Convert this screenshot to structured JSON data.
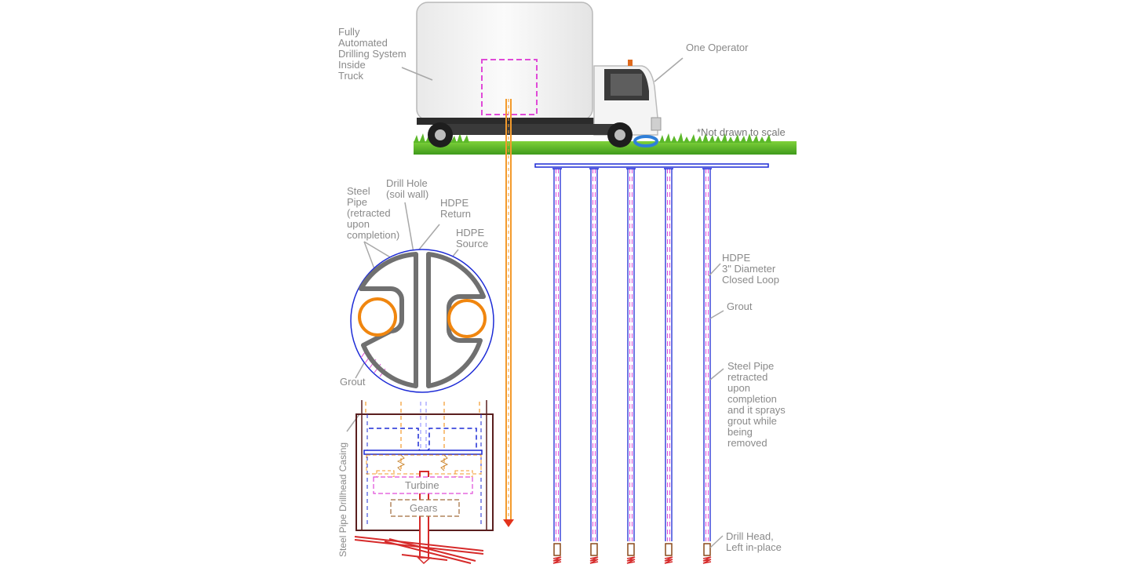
{
  "labels": {
    "truck_system": "Fully\nAutomated\nDrilling System\nInside\nTruck",
    "operator": "One Operator",
    "scale_note": "*Not drawn to scale",
    "steel_pipe_section": "Steel\nPipe\n(retracted\nupon\ncompletion)",
    "drill_hole": "Drill Hole\n(soil wall)",
    "hdpe_return": "HDPE\nReturn",
    "hdpe_source": "HDPE\nSource",
    "grout_section": "Grout",
    "hdpe_loop": "HDPE\n3\" Diameter\nClosed Loop",
    "grout_bore": "Grout",
    "steel_pipe_bore": "Steel Pipe\nretracted\nupon\ncompletion\nand it sprays\ngrout while\nbeing\nremoved",
    "drill_head": "Drill Head,\nLeft in-place",
    "casing": "Steel Pipe Drillhead Casing",
    "turbine": "Turbine",
    "gears": "Gears"
  },
  "colors": {
    "pipe_orange": "#f39a2b",
    "hdpe_blue": "#1d2bd6",
    "dashed_magenta": "#e04ad8",
    "casing_brown": "#5a1e1e",
    "drill_red": "#d62a2a",
    "grass_green": "#5cb82a",
    "label_gray": "#8a8a8a"
  }
}
